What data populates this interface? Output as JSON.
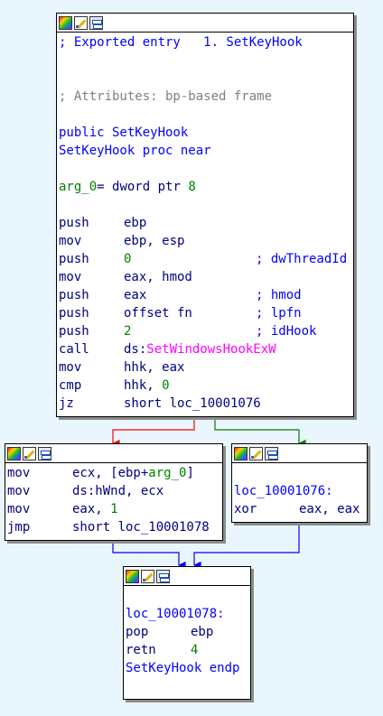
{
  "nodes": {
    "entry": {
      "comment_export": "; Exported entry   1. SetKeyHook",
      "comment_attributes": "; Attributes: bp-based frame",
      "public_decl": "public SetKeyHook",
      "proc_decl": "SetKeyHook proc near",
      "arg": {
        "name": "arg_0",
        "eq": "= dword ptr ",
        "val": "8"
      },
      "rows": [
        {
          "mn": "push",
          "op": "ebp"
        },
        {
          "mn": "mov",
          "op": "ebp, esp"
        },
        {
          "mn": "push",
          "op": "0",
          "cmt": "; dwThreadId"
        },
        {
          "mn": "mov",
          "op": "eax, hmod"
        },
        {
          "mn": "push",
          "op": "eax",
          "cmt": "; hmod"
        },
        {
          "mn": "push",
          "op": "offset fn",
          "cmt": "; lpfn"
        },
        {
          "mn": "push",
          "op": "2",
          "cmt": "; idHook"
        },
        {
          "mn": "call",
          "op_prefix": "ds:",
          "op_func": "SetWindowsHookExW"
        },
        {
          "mn": "mov",
          "op": "hhk, eax"
        },
        {
          "mn": "cmp",
          "op": "hhk, ",
          "op_num": "0"
        },
        {
          "mn": "jz",
          "op": "short loc_10001076"
        }
      ]
    },
    "left": {
      "rows": [
        {
          "mn": "mov",
          "op_a": "ecx, [ebp+",
          "op_arg": "arg_0",
          "op_b": "]"
        },
        {
          "mn": "mov",
          "op": "ds:hWnd, ecx"
        },
        {
          "mn": "mov",
          "op": "eax, ",
          "op_num": "1"
        },
        {
          "mn": "jmp",
          "op": "short loc_10001078"
        }
      ]
    },
    "right": {
      "label": "loc_10001076:",
      "rows": [
        {
          "mn": "xor",
          "op": "eax, eax"
        }
      ]
    },
    "bottom": {
      "label": "loc_10001078:",
      "rows": [
        {
          "mn": "pop",
          "op": "ebp"
        },
        {
          "mn": "retn",
          "op_num": "4"
        }
      ],
      "endp": "SetKeyHook endp"
    }
  },
  "colors": {
    "background": "#eaf6fe",
    "edge_false": "#ff0000",
    "edge_true": "#008000",
    "edge_unconditional": "#0000ff",
    "code_blue": "#0000ff",
    "code_navy": "#000080",
    "code_green": "#008000",
    "api_magenta": "#ff00ff",
    "comment_gray": "#7f7f7f"
  },
  "icons": [
    "color-palette-icon",
    "edit-pencil-icon",
    "graph-view-icon"
  ]
}
